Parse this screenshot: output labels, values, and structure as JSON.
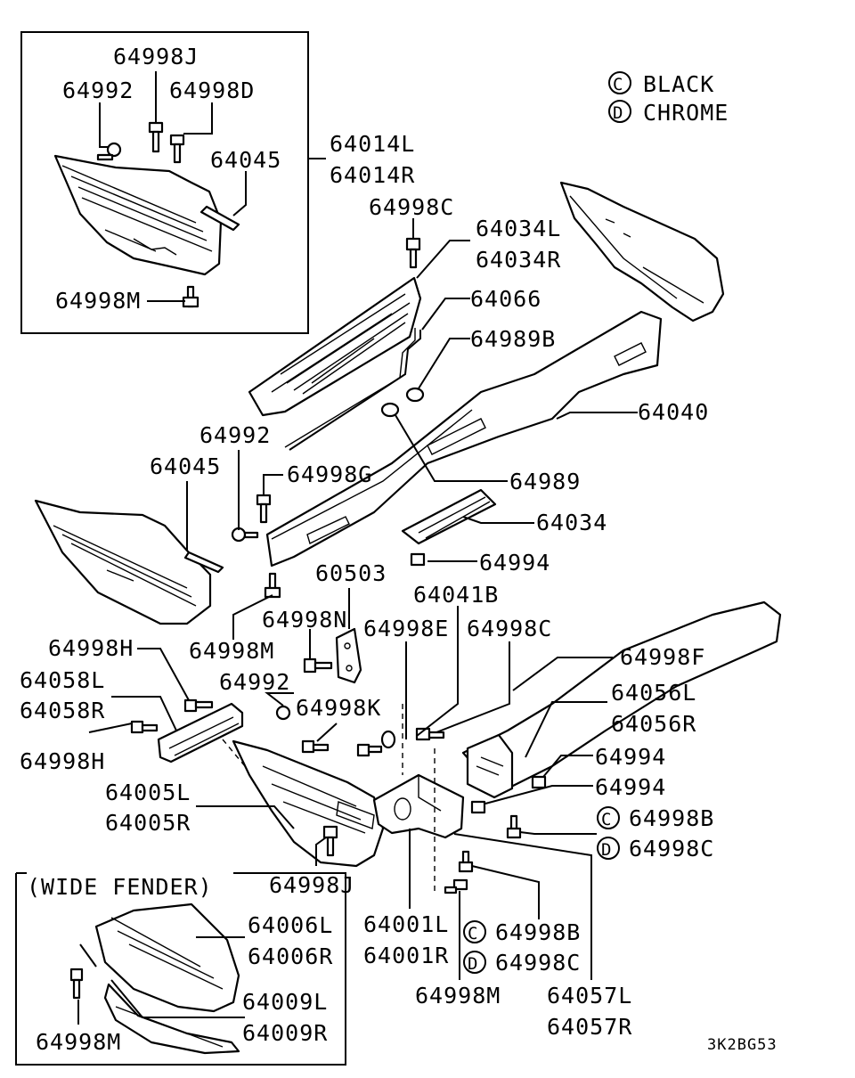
{
  "legend": [
    {
      "mark": "C",
      "text": "BLACK"
    },
    {
      "mark": "D",
      "text": "CHROME"
    }
  ],
  "inset_top": {
    "labels": {
      "p64998J": "64998J",
      "p64992": "64992",
      "p64998D": "64998D",
      "p64045": "64045",
      "p64998M": "64998M"
    }
  },
  "inset_wide": {
    "title": "(WIDE FENDER)",
    "labels": {
      "p64006L": "64006L",
      "p64006R": "64006R",
      "p64009L": "64009L",
      "p64009R": "64009R",
      "p64998M": "64998M"
    }
  },
  "labels": {
    "p64014L": "64014L",
    "p64014R": "64014R",
    "p64998C_top": "64998C",
    "p64034L": "64034L",
    "p64034R": "64034R",
    "p64066": "64066",
    "p64989B": "64989B",
    "p64040": "64040",
    "p64992_a": "64992",
    "p64045": "64045",
    "p64998G": "64998G",
    "p64989": "64989",
    "p64034": "64034",
    "p64994_a": "64994",
    "p60503": "60503",
    "p64041B": "64041B",
    "p64998M_a": "64998M",
    "p64998N": "64998N",
    "p64998E": "64998E",
    "p64998C_mid": "64998C",
    "p64998F": "64998F",
    "p64998H_a": "64998H",
    "p64058L": "64058L",
    "p64058R": "64058R",
    "p64992_b": "64992",
    "p64998K": "64998K",
    "p64056L": "64056L",
    "p64056R": "64056R",
    "p64998H_b": "64998H",
    "p64994_b": "64994",
    "p64994_c": "64994",
    "p64005L": "64005L",
    "p64005R": "64005R",
    "p64998B_a": "64998B",
    "p64998C_a": "64998C",
    "p64998J": "64998J",
    "p64001L": "64001L",
    "p64001R": "64001R",
    "p64998B_b": "64998B",
    "p64998C_b": "64998C",
    "p64998M_b": "64998M",
    "p64057L": "64057L",
    "p64057R": "64057R"
  },
  "marks": {
    "c": "C",
    "d": "D"
  },
  "diagram_code": "3K2BG53"
}
